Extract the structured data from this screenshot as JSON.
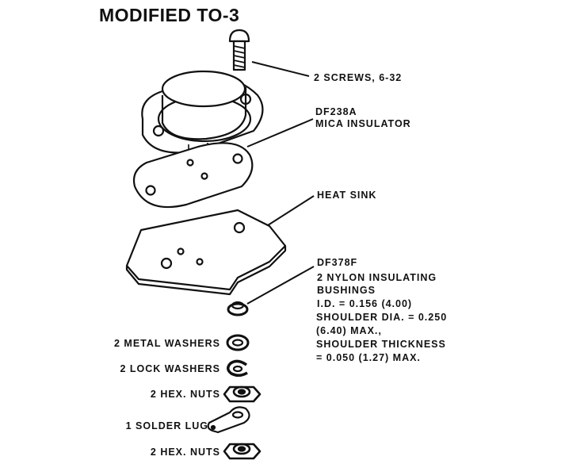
{
  "title": "MODIFIED TO-3",
  "labels": {
    "screws": "2 SCREWS, 6-32",
    "mica_part": "DF238A",
    "mica_name": "MICA INSULATOR",
    "heat_sink": "HEAT SINK",
    "bushing_part": "DF378F",
    "bushing_lines": [
      "2 NYLON INSULATING",
      "BUSHINGS",
      "I.D. = 0.156 (4.00)",
      "SHOULDER DIA. = 0.250",
      "(6.40) MAX.,",
      "SHOULDER THICKNESS",
      "= 0.050 (1.27) MAX."
    ],
    "metal_washers": "2 METAL WASHERS",
    "lock_washers": "2 LOCK WASHERS",
    "hex_nuts_1": "2 HEX. NUTS",
    "solder_lug": "1 SOLDER LUG",
    "hex_nuts_2": "2 HEX. NUTS"
  }
}
